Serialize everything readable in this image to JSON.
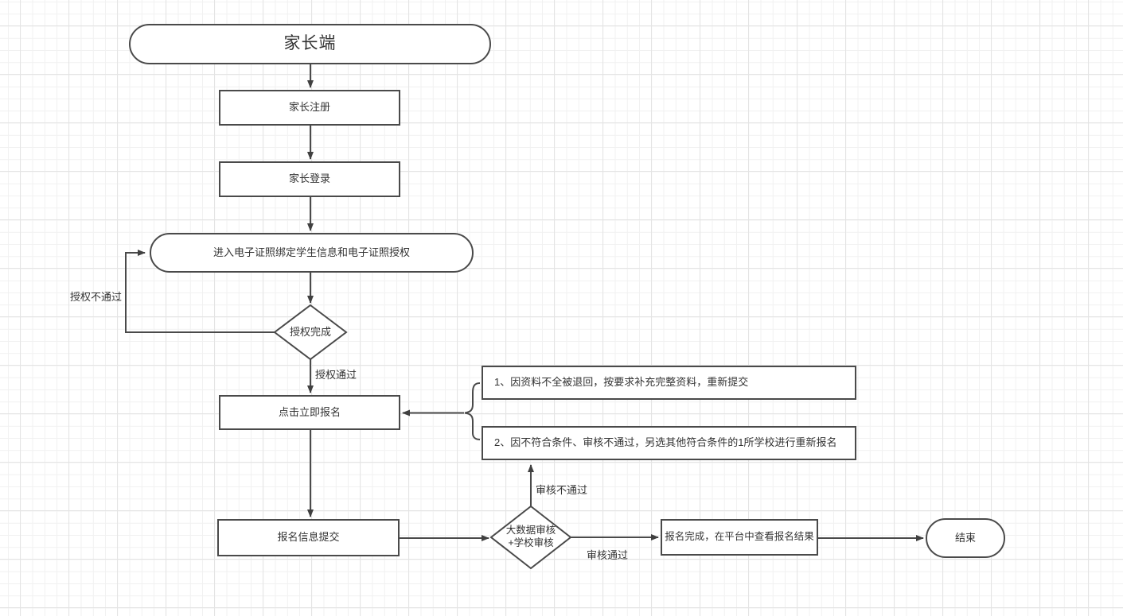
{
  "canvas": {
    "background": "#ffffff",
    "grid_minor_color": "#f1f1f1",
    "grid_major_color": "#e4e4e4",
    "stroke_color": "#4a4a4a",
    "text_color": "#333333"
  },
  "nodes": {
    "start": {
      "label": "家长端",
      "shape": "rounded"
    },
    "register": {
      "label": "家长注册",
      "shape": "rect"
    },
    "login": {
      "label": "家长登录",
      "shape": "rect"
    },
    "bind_auth": {
      "label": "进入电子证照绑定学生信息和电子证照授权",
      "shape": "rounded"
    },
    "auth_check": {
      "label": "授权完成",
      "shape": "diamond"
    },
    "click_apply": {
      "label": "点击立即报名",
      "shape": "rect"
    },
    "note1": {
      "label": "1、因资料不全被退回，按要求补充完整资料，重新提交",
      "shape": "rect"
    },
    "note2": {
      "label": "2、因不符合条件、审核不通过，另选其他符合条件的1所学校进行重新报名",
      "shape": "rect"
    },
    "submit_info": {
      "label": "报名信息提交",
      "shape": "rect"
    },
    "review_check": {
      "line1": "大数据审核",
      "line2": "+学校审核",
      "shape": "diamond"
    },
    "result": {
      "label": "报名完成，在平台中查看报名结果",
      "shape": "rect"
    },
    "end": {
      "label": "结束",
      "shape": "rounded"
    }
  },
  "edge_labels": {
    "auth_fail": "授权不通过",
    "auth_pass": "授权通过",
    "review_fail": "审核不通过",
    "review_pass": "审核通过"
  }
}
